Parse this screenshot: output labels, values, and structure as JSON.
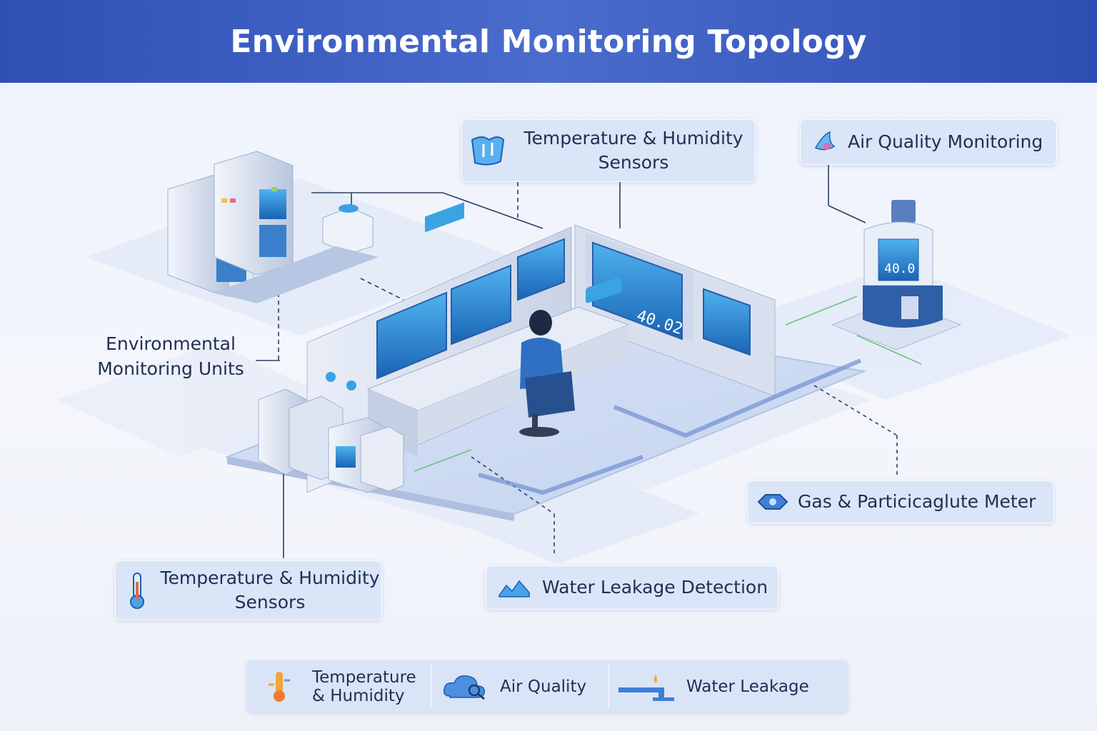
{
  "title": "Environmental Monitoring Topology",
  "labels": {
    "env_units": "Environmental Monitoring Units",
    "env_units_line1": "Environmental",
    "env_units_line2": "Monitoring Units",
    "temp_top_line1": "Temperature & Humidity",
    "temp_top_line2": "Sensors",
    "air_quality": "Air Quality Monitoring",
    "gas_meter": "Gas & Particicaglute Meter",
    "water_leak": "Water Leakage Detection",
    "temp_bottom_line1": "Temperature & Humidity",
    "temp_bottom_line2": "Sensors"
  },
  "screens": {
    "main_readout": "40.02",
    "tower_readout": "40.0"
  },
  "legend": {
    "temp_line1": "Temperature",
    "temp_line2": "& Humidity",
    "air": "Air Quality",
    "water": "Water Leakage"
  },
  "colors": {
    "header": "#3a5bbf",
    "accent_blue": "#2e7fd0",
    "line": "#2a3f66",
    "green_line": "#5bbf6a"
  },
  "icons": [
    "thermometer-icon",
    "droplet-icon",
    "molecule-icon",
    "wave-icon",
    "cloud-icon",
    "faucet-icon"
  ]
}
